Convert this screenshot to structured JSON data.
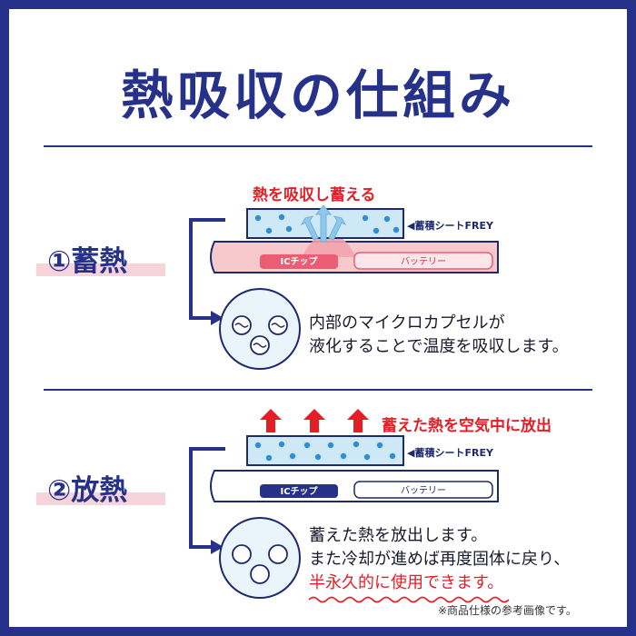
{
  "title": "熱吸収の仕組み",
  "step1": {
    "label": "①蓄熱",
    "caption": "熱を吸収し蓄える",
    "sheet_label": "◀蓄積シートFREY",
    "chip_label": "ICチップ",
    "battery_label": "バッテリー",
    "desc_lines": [
      "内部のマイクロカプセルが",
      "液化することで温度を吸収します。"
    ]
  },
  "step2": {
    "label": "②放熱",
    "caption": "蓄えた熱を空気中に放出",
    "sheet_label": "◀蓄積シートFREY",
    "chip_label": "ICチップ",
    "battery_label": "バッテリー",
    "desc_lines": [
      "蓄えた熱を放出します。",
      "また冷却が進めば再度固体に戻り、",
      "半永久的に使用できます。"
    ]
  },
  "note": "※商品仕様の参考画像です。",
  "colors": {
    "navy": "#26318a",
    "red": "#e41e26",
    "pink": "#f7d3dc",
    "sheet_blue": "#cfe8f6",
    "dot_blue": "#2f8fd4"
  }
}
